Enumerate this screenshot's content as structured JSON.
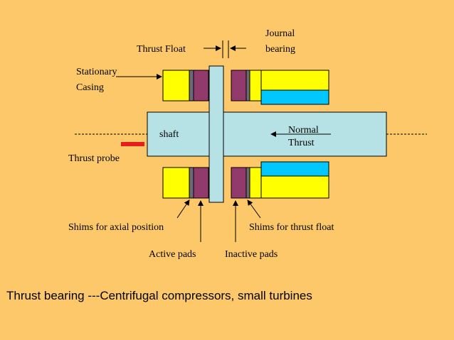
{
  "colors": {
    "background": "#fdc86a",
    "shaft": "#b7e2e5",
    "shims": "#923a6c",
    "pad_yellow": "#ffff00",
    "journal_blue": "#00c8ff",
    "probe": "#e51e1e",
    "shim_gray": "#6a6a7a"
  },
  "labels": {
    "journal_line1": "Journal",
    "journal_line2": "bearing",
    "thrust_float": "Thrust Float",
    "stationary_line1": "Stationary",
    "stationary_line2": "Casing",
    "shaft": "shaft",
    "normal_line1": "Normal",
    "normal_line2": "Thrust",
    "thrust_probe": "Thrust probe",
    "shims_axial": "Shims for axial position",
    "shims_float": "Shims for thrust float",
    "active_pads": "Active pads",
    "inactive_pads": "Inactive pads"
  },
  "caption": "Thrust bearing ---Centrifugal compressors, small turbines"
}
